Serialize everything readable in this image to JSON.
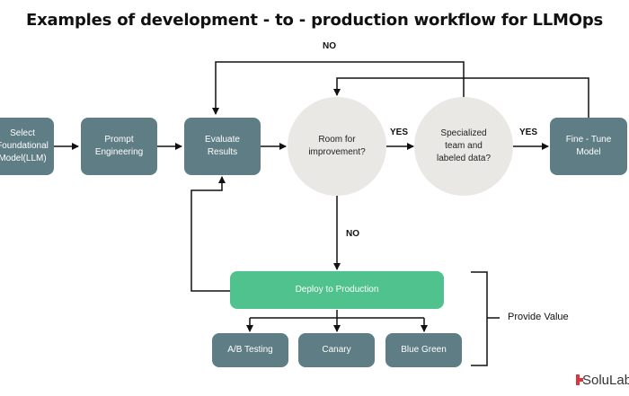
{
  "title": "Examples of development - to - production workflow for LLMOps",
  "nodes": {
    "select_model": "Select\nFoundational\nModel(LLM)",
    "prompt_engineering": "Prompt\nEngineering",
    "evaluate_results": "Evaluate\nResults",
    "room_for_improvement": "Room for\nimprovement?",
    "specialized_team": "Specialized\nteam and\nlabeled data?",
    "fine_tune": "Fine - Tune\nModel",
    "deploy": "Deploy to Production",
    "ab_testing": "A/B Testing",
    "canary": "Canary",
    "blue_green": "Blue Green"
  },
  "edge_labels": {
    "no_top": "NO",
    "yes_1": "YES",
    "yes_2": "YES",
    "no_down": "NO"
  },
  "bracket_label": "Provide Value",
  "logo_text": "SoluLab",
  "colors": {
    "box": "#5f7d84",
    "deploy": "#4fc28e",
    "decision": "#e9e8e5",
    "logo": "#d9363e"
  }
}
